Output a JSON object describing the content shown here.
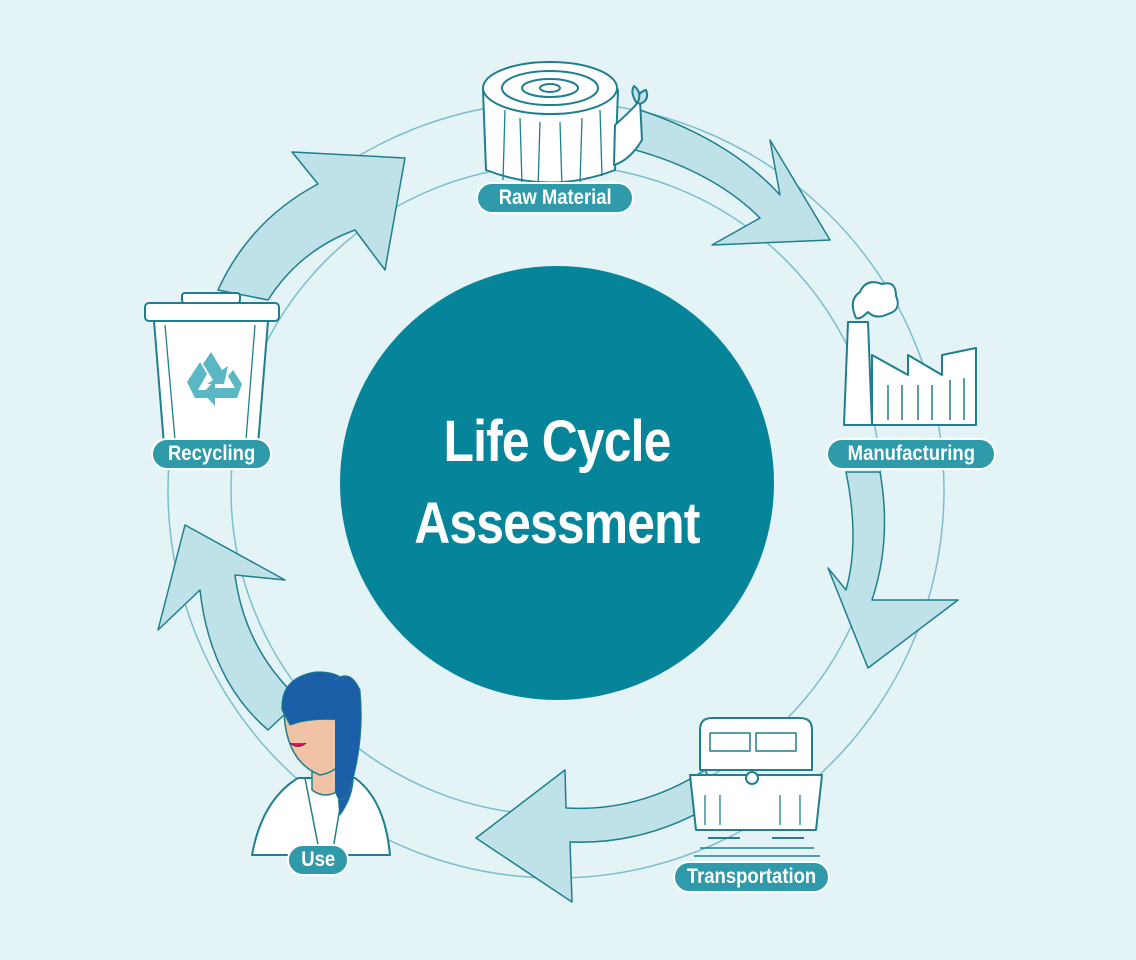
{
  "center": {
    "line1": "Life Cycle",
    "line2": "Assessment"
  },
  "stages": [
    {
      "id": "raw-material",
      "label": "Raw Material",
      "icon": "tree-stump-icon"
    },
    {
      "id": "manufacturing",
      "label": "Manufacturing",
      "icon": "factory-icon"
    },
    {
      "id": "transportation",
      "label": "Transportation",
      "icon": "train-icon"
    },
    {
      "id": "use",
      "label": "Use",
      "icon": "person-icon"
    },
    {
      "id": "recycling",
      "label": "Recycling",
      "icon": "recycling-bin-icon"
    }
  ],
  "colors": {
    "background": "#e3f3f6",
    "center_fill": "#06859a",
    "pill_fill": "#2f9aa9",
    "arrow_fill": "#bfe1e8",
    "line": "#1f7f8e",
    "hair": "#1b5fa8",
    "skin": "#f1c3a6"
  }
}
